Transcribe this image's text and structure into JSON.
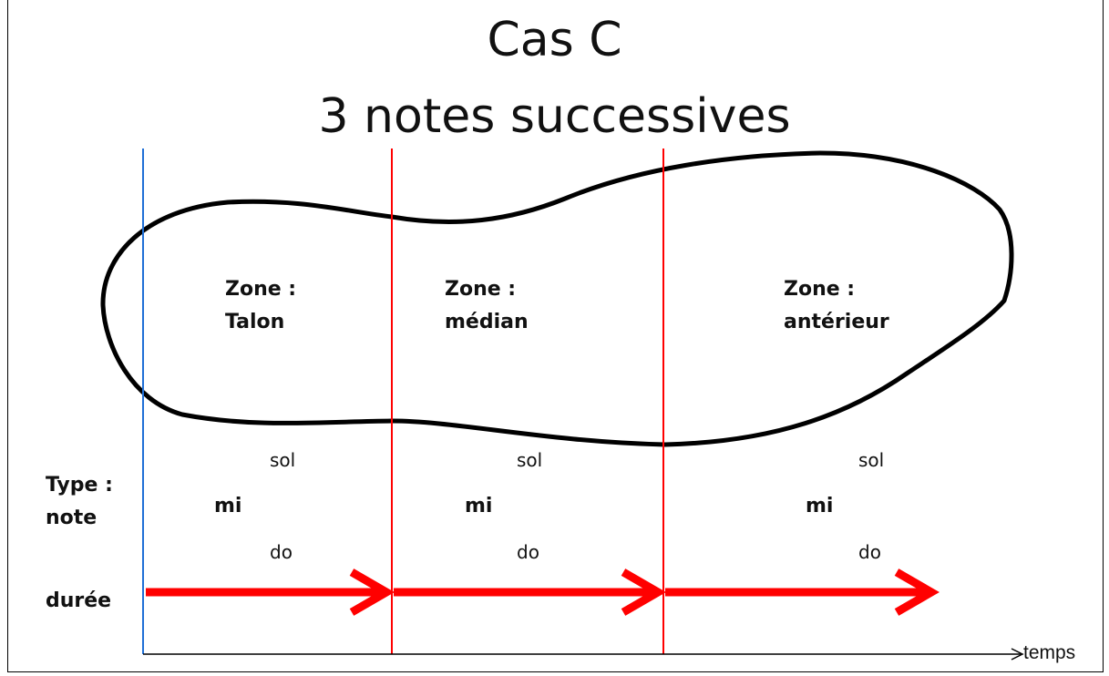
{
  "title": {
    "line1": "Cas C",
    "line2": "3 notes successives"
  },
  "zones": [
    {
      "label_line1": "Zone :",
      "label_line2": "Talon"
    },
    {
      "label_line1": "Zone :",
      "label_line2": "médian"
    },
    {
      "label_line1": "Zone :",
      "label_line2": "antérieur"
    }
  ],
  "notes": [
    {
      "high": "sol",
      "mid": "mi",
      "low": "do"
    },
    {
      "high": "sol",
      "mid": "mi",
      "low": "do"
    },
    {
      "high": "sol",
      "mid": "mi",
      "low": "do"
    }
  ],
  "row_labels": {
    "type_line1": "Type :",
    "type_line2": "note",
    "duration": "durée"
  },
  "axis": {
    "time_label": "temps"
  },
  "colors": {
    "start_line": "#1f6fd6",
    "zone_divider": "#ff0000",
    "duration_arrow": "#ff0000",
    "outline": "#000000"
  }
}
